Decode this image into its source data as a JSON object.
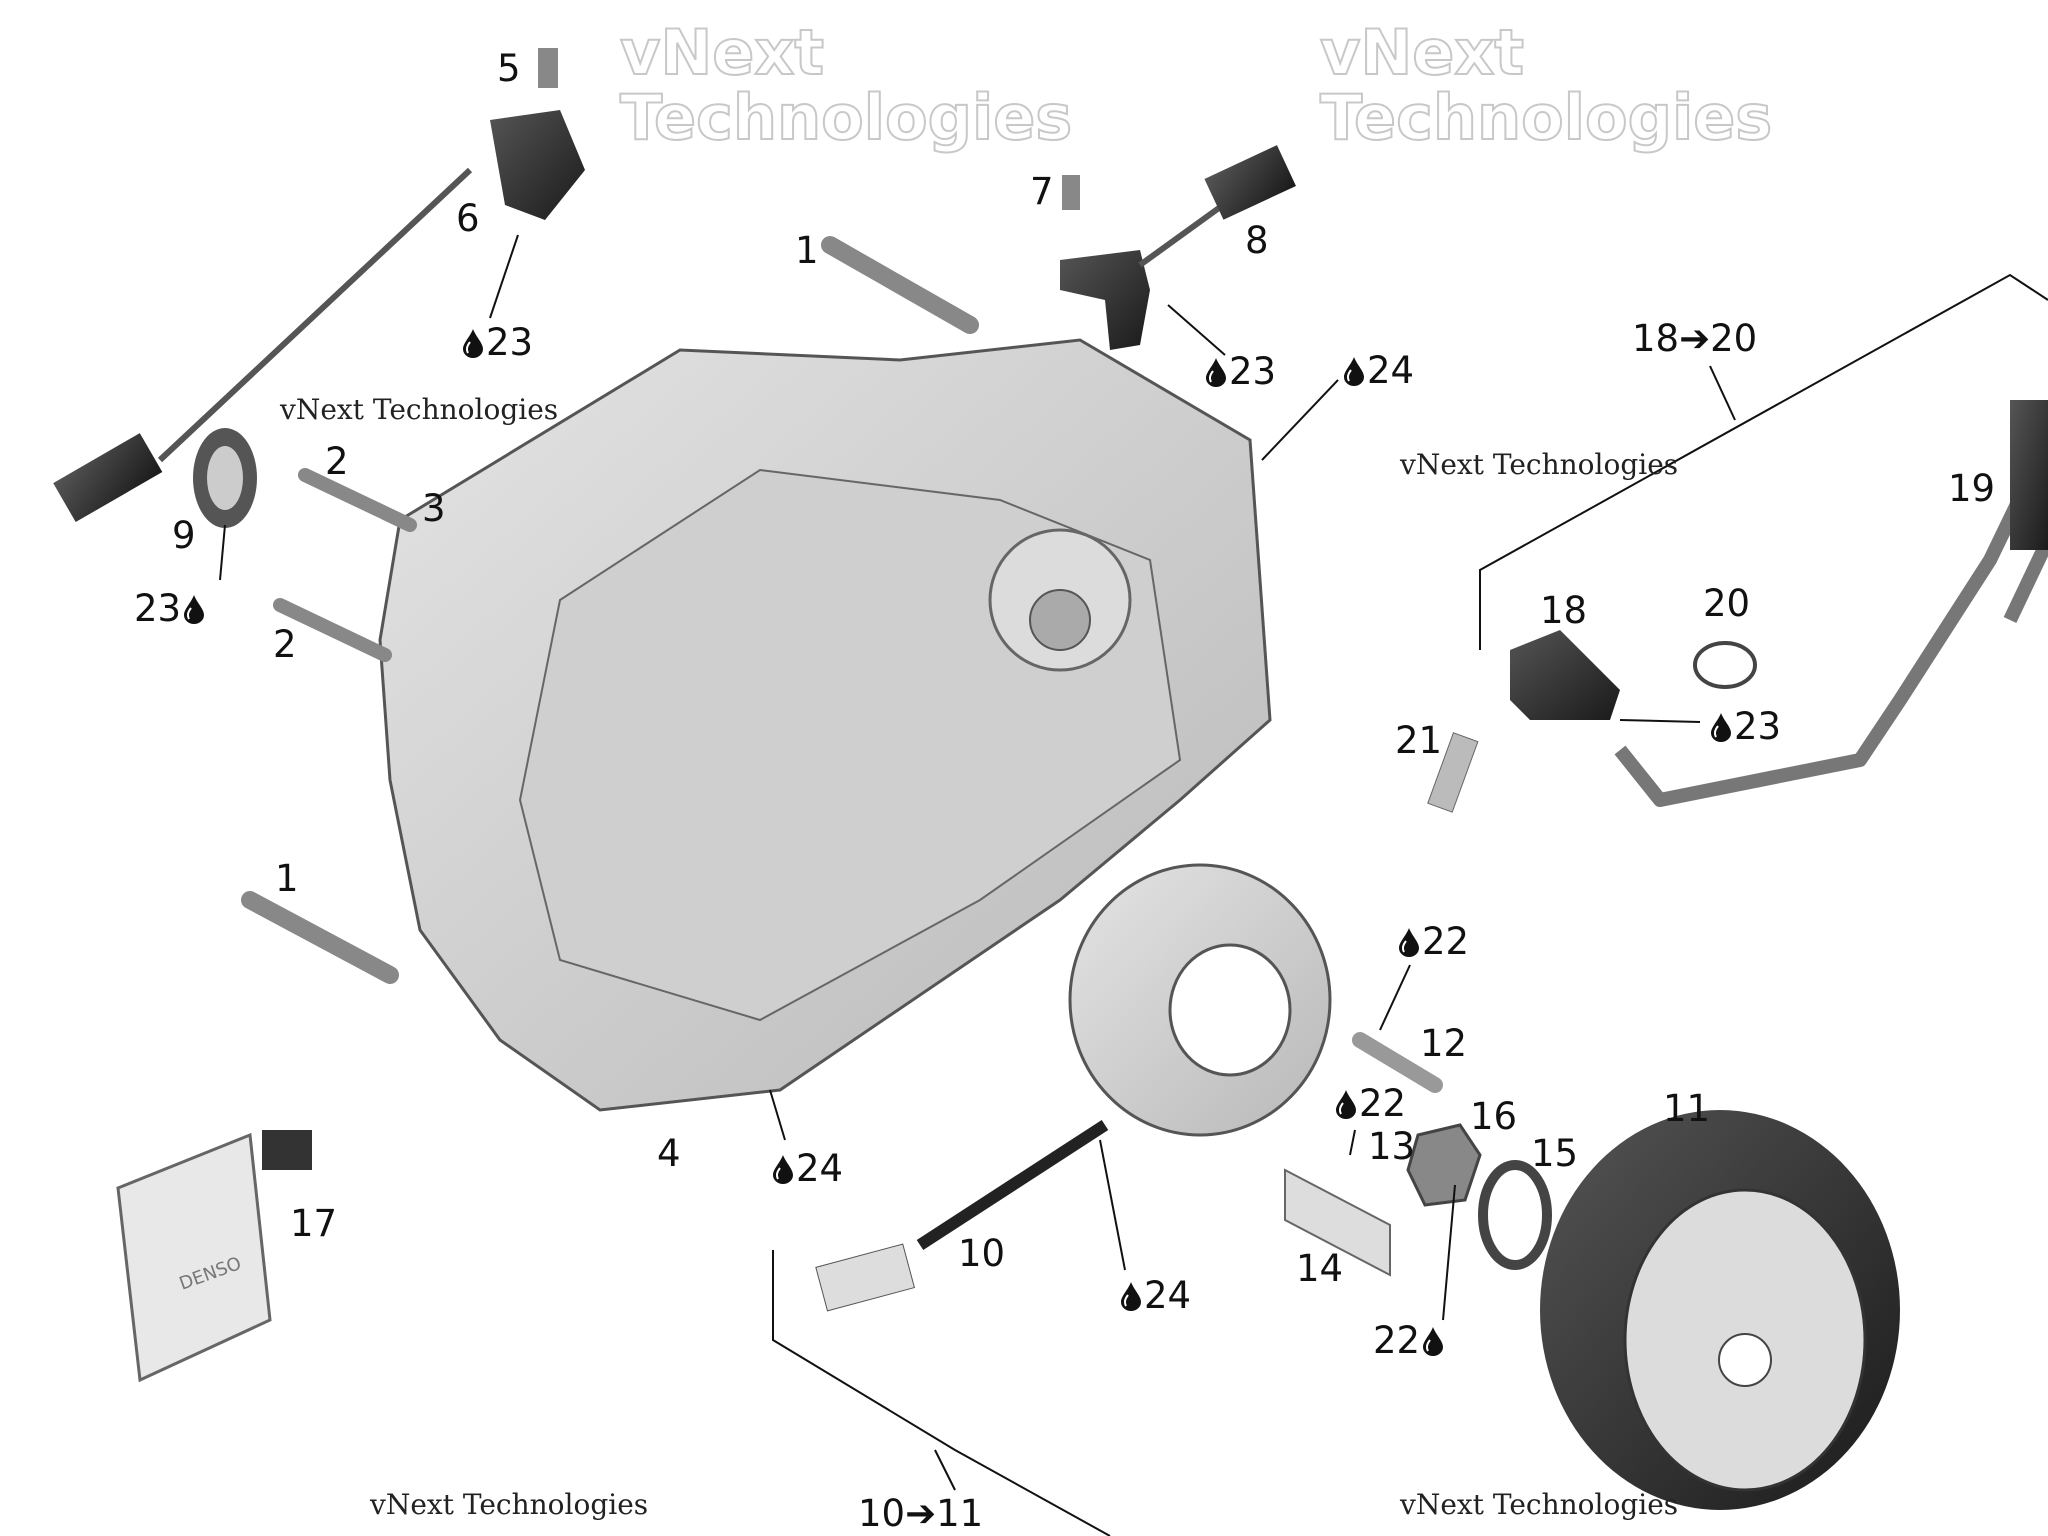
{
  "diagram": {
    "callouts": [
      {
        "number": "5",
        "drop": ""
      },
      {
        "number": "6",
        "drop": ""
      },
      {
        "number": "23",
        "drop": "before"
      },
      {
        "number": "1",
        "drop": ""
      },
      {
        "number": "7",
        "drop": ""
      },
      {
        "number": "8",
        "drop": ""
      },
      {
        "number": "23",
        "drop": "before"
      },
      {
        "number": "24",
        "drop": "before"
      },
      {
        "number": "18➔20",
        "drop": ""
      },
      {
        "number": "19",
        "drop": ""
      },
      {
        "number": "2",
        "drop": ""
      },
      {
        "number": "3",
        "drop": ""
      },
      {
        "number": "9",
        "drop": ""
      },
      {
        "number": "23",
        "drop": "after"
      },
      {
        "number": "2",
        "drop": ""
      },
      {
        "number": "18",
        "drop": ""
      },
      {
        "number": "20",
        "drop": ""
      },
      {
        "number": "23",
        "drop": "before"
      },
      {
        "number": "21",
        "drop": ""
      },
      {
        "number": "1",
        "drop": ""
      },
      {
        "number": "22",
        "drop": "before"
      },
      {
        "number": "12",
        "drop": ""
      },
      {
        "number": "22",
        "drop": "before"
      },
      {
        "number": "16",
        "drop": ""
      },
      {
        "number": "11",
        "drop": ""
      },
      {
        "number": "13",
        "drop": ""
      },
      {
        "number": "15",
        "drop": ""
      },
      {
        "number": "4",
        "drop": ""
      },
      {
        "number": "24",
        "drop": "before"
      },
      {
        "number": "17",
        "drop": ""
      },
      {
        "number": "10",
        "drop": ""
      },
      {
        "number": "14",
        "drop": ""
      },
      {
        "number": "24",
        "drop": "before"
      },
      {
        "number": "22",
        "drop": "after"
      },
      {
        "number": "10➔11",
        "drop": ""
      }
    ],
    "module_brand": "DENSO",
    "watermark": {
      "small": "vNext Technologies",
      "big_line1": "vNext",
      "big_line2": "Technologies"
    }
  }
}
